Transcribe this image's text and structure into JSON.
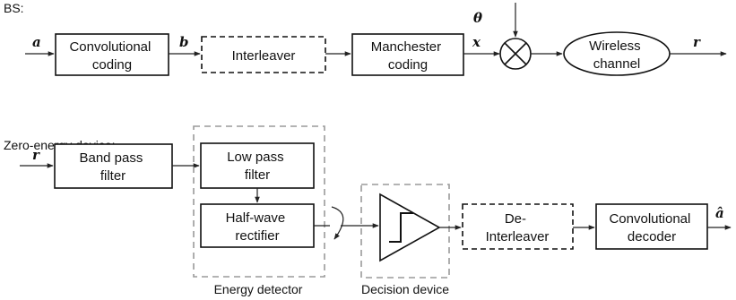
{
  "bs": {
    "header": "BS:",
    "symbols": {
      "a": "a",
      "b": "b",
      "x": "x",
      "theta": "θ",
      "r": "r"
    },
    "blocks": {
      "convolutional_coding": [
        "Convolutional",
        "coding"
      ],
      "interleaver": [
        "Interleaver"
      ],
      "manchester_coding": [
        "Manchester",
        "coding"
      ],
      "wireless_channel": [
        "Wireless",
        "channel"
      ]
    }
  },
  "device": {
    "header": "Zero-energy device:",
    "symbols": {
      "r": "r",
      "a_hat": "â"
    },
    "blocks": {
      "band_pass_filter": [
        "Band pass",
        "filter"
      ],
      "low_pass_filter": [
        "Low pass",
        "filter"
      ],
      "half_wave_rectifier": [
        "Half-wave",
        "rectifier"
      ],
      "de_interleaver": [
        "De-",
        "Interleaver"
      ],
      "convolutional_decoder": [
        "Convolutional",
        "decoder"
      ]
    },
    "groups": {
      "energy_detector": "Energy detector",
      "decision_device": "Decision device"
    }
  }
}
